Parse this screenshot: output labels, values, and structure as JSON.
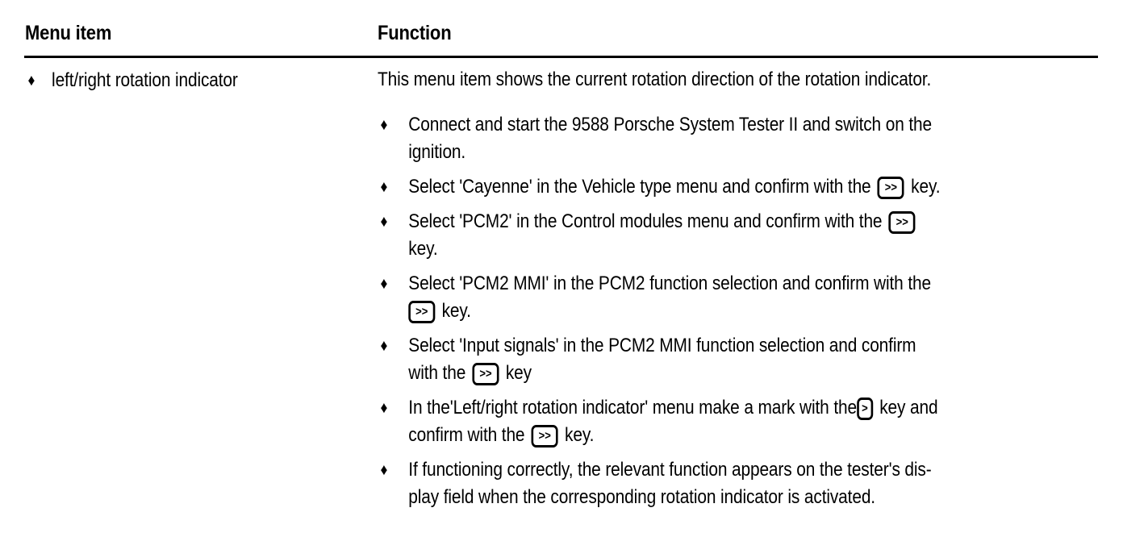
{
  "table": {
    "headers": {
      "menu_item": "Menu item",
      "function": "Function"
    },
    "menu_item_entry": "left/right rotation indicator",
    "bullet_glyph": "♦",
    "intro": "This menu item shows the current rotation direction of the rotation indicator.",
    "keys": {
      "double": ">>",
      "single": ">"
    },
    "steps": [
      {
        "id": "step-connect-start",
        "lines": [
          {
            "segments": [
              {
                "type": "text",
                "value": "Connect and start the 9588 Porsche System Tester II and switch on the"
              }
            ]
          },
          {
            "segments": [
              {
                "type": "text",
                "value": "ignition."
              }
            ]
          }
        ]
      },
      {
        "id": "step-select-cayenne",
        "lines": [
          {
            "segments": [
              {
                "type": "text",
                "value": "Select 'Cayenne' in the Vehicle type menu and confirm with the "
              },
              {
                "type": "key",
                "value": ">>",
                "variant": "dbl"
              },
              {
                "type": "text",
                "value": " key."
              }
            ]
          }
        ]
      },
      {
        "id": "step-select-pcm2",
        "lines": [
          {
            "segments": [
              {
                "type": "text",
                "value": "Select 'PCM2' in the Control modules menu and confirm with the "
              },
              {
                "type": "key",
                "value": ">>",
                "variant": "dbl"
              }
            ]
          },
          {
            "segments": [
              {
                "type": "text",
                "value": "key."
              }
            ]
          }
        ]
      },
      {
        "id": "step-select-pcm2-mmi",
        "lines": [
          {
            "segments": [
              {
                "type": "text",
                "value": "Select 'PCM2 MMI' in the PCM2 function selection and confirm with the"
              }
            ]
          },
          {
            "segments": [
              {
                "type": "key",
                "value": ">>",
                "variant": "dbl",
                "tight": true
              },
              {
                "type": "text",
                "value": " key."
              }
            ]
          }
        ]
      },
      {
        "id": "step-select-input-signals",
        "lines": [
          {
            "segments": [
              {
                "type": "text",
                "value": "Select 'Input signals' in the PCM2 MMI function selection and confirm"
              }
            ]
          },
          {
            "segments": [
              {
                "type": "text",
                "value": "with the "
              },
              {
                "type": "key",
                "value": ">>",
                "variant": "dbl"
              },
              {
                "type": "text",
                "value": " key"
              }
            ]
          }
        ]
      },
      {
        "id": "step-make-mark",
        "lines": [
          {
            "segments": [
              {
                "type": "text",
                "value": "In the'Left/right rotation indicator' menu make a mark with the"
              },
              {
                "type": "key",
                "value": ">",
                "variant": "sgl",
                "tight": true
              },
              {
                "type": "text",
                "value": " key and"
              }
            ]
          },
          {
            "segments": [
              {
                "type": "text",
                "value": "confirm with the "
              },
              {
                "type": "key",
                "value": ">>",
                "variant": "dbl"
              },
              {
                "type": "text",
                "value": " key."
              }
            ]
          }
        ]
      },
      {
        "id": "step-verify-display",
        "lines": [
          {
            "segments": [
              {
                "type": "text",
                "value": "If functioning correctly, the relevant function appears on the tester's dis-"
              }
            ]
          },
          {
            "segments": [
              {
                "type": "text",
                "value": "play field when the corresponding rotation indicator is activated."
              }
            ]
          }
        ]
      }
    ]
  }
}
